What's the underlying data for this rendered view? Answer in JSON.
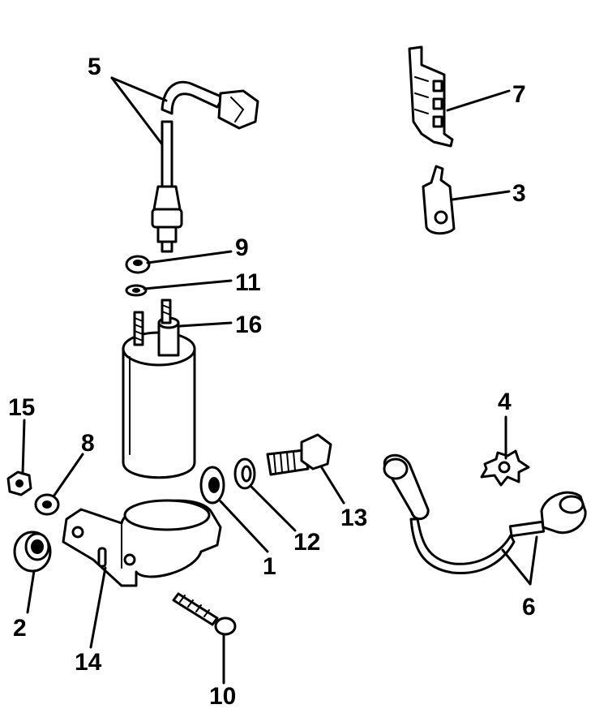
{
  "callouts": {
    "c1": "1",
    "c2": "2",
    "c3": "3",
    "c4": "4",
    "c5": "5",
    "c6": "6",
    "c7": "7",
    "c8": "8",
    "c9": "9",
    "c10": "10",
    "c11": "11",
    "c12": "12",
    "c13": "13",
    "c14": "14",
    "c15": "15",
    "c16": "16"
  },
  "colors": {
    "ink": "#000000",
    "paper": "#ffffff"
  }
}
